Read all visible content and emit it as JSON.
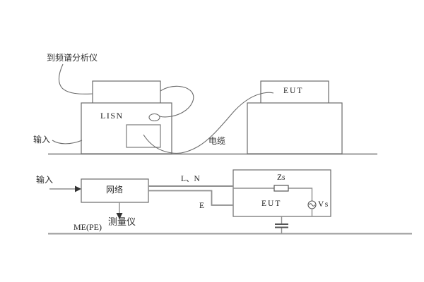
{
  "title": "LISN / EUT conducted-emission test setup diagram",
  "colors": {
    "background": "#ffffff",
    "sketch_line": "#6b6b6b",
    "schematic_wire": "#8f8f8f",
    "ground_line": "#9a9a9a",
    "text": "#2e2e2e"
  },
  "top_diagram": {
    "analyzer_label": "到频谱分析仪",
    "input_label": "输入",
    "lisn_label": "LISN",
    "cable_label": "电缆",
    "eut_label": "EUT"
  },
  "bottom_diagram": {
    "input_label": "输入",
    "network_label": "网络",
    "line_neutral_label": "L、N",
    "earth_label": "E",
    "impedance_label": "Zs",
    "eut_label": "EUT",
    "source_label": "Vs",
    "meter_label": "测量仪",
    "reference_label": "ME(PE)"
  }
}
